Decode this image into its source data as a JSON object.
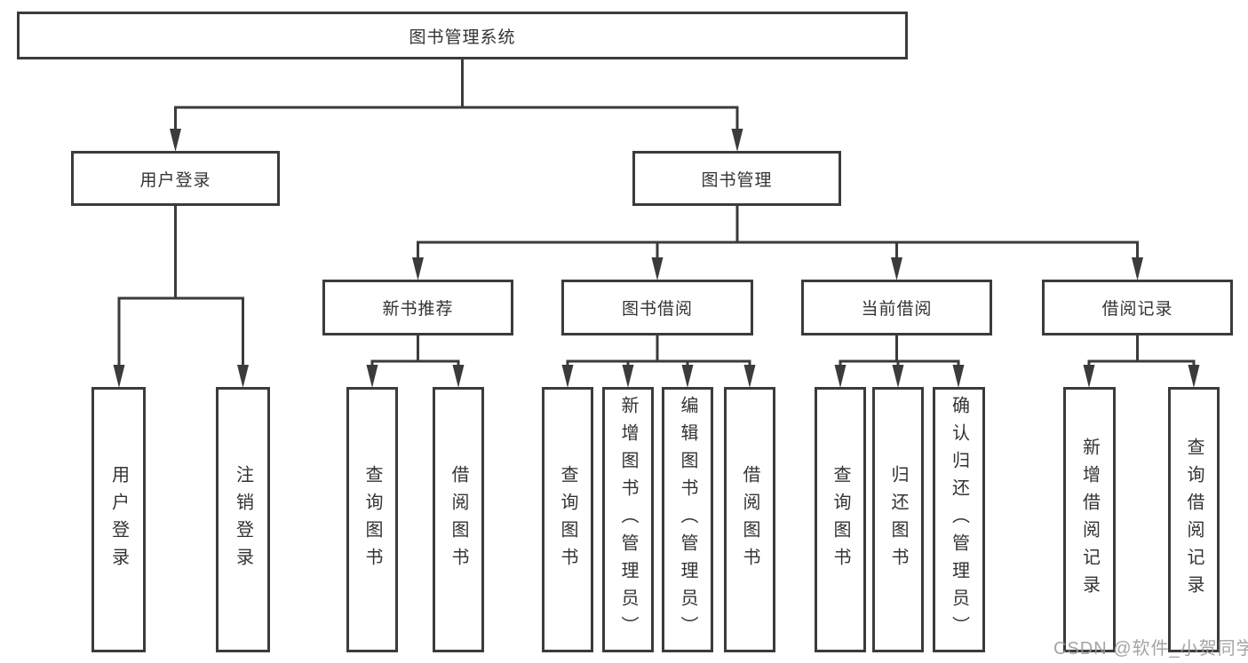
{
  "diagram": {
    "title": "图书管理系统",
    "root": {
      "label": "图书管理系统"
    },
    "branches": [
      {
        "label": "用户登录"
      },
      {
        "label": "图书管理"
      }
    ],
    "modules": [
      {
        "label": "新书推荐",
        "parent": "图书管理"
      },
      {
        "label": "图书借阅",
        "parent": "图书管理"
      },
      {
        "label": "当前借阅",
        "parent": "图书管理"
      },
      {
        "label": "借阅记录",
        "parent": "图书管理"
      }
    ],
    "leaves": [
      {
        "label": "用户登录",
        "parent": "用户登录"
      },
      {
        "label": "注销登录",
        "parent": "用户登录"
      },
      {
        "label": "查询图书",
        "parent": "新书推荐"
      },
      {
        "label": "借阅图书",
        "parent": "新书推荐"
      },
      {
        "label": "查询图书",
        "parent": "图书借阅"
      },
      {
        "label": "新增图书（管理员）",
        "parent": "图书借阅"
      },
      {
        "label": "编辑图书（管理员）",
        "parent": "图书借阅"
      },
      {
        "label": "借阅图书",
        "parent": "图书借阅"
      },
      {
        "label": "查询图书",
        "parent": "当前借阅"
      },
      {
        "label": "归还图书",
        "parent": "当前借阅"
      },
      {
        "label": "确认归还（管理员）",
        "parent": "当前借阅"
      },
      {
        "label": "新增借阅记录",
        "parent": "借阅记录"
      },
      {
        "label": "查询借阅记录",
        "parent": "借阅记录"
      }
    ]
  },
  "watermark": {
    "text": "CSDN @软件_小贺同学"
  },
  "colors": {
    "line": "#3b3b3b",
    "text": "#333333",
    "watermark": "#9a9a9a",
    "background": "#ffffff"
  }
}
